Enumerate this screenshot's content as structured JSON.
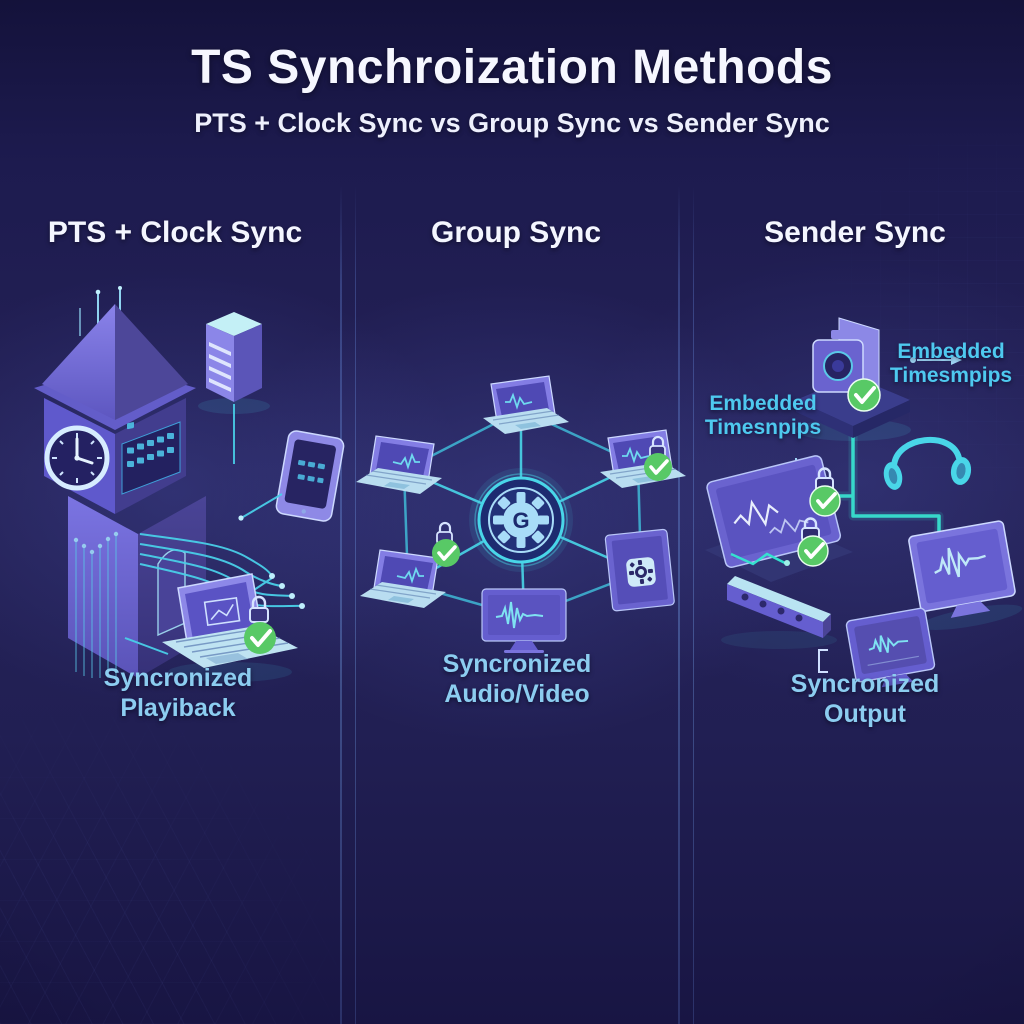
{
  "title": "TS Synchroization Methods",
  "subtitle": "PTS + Clock Sync vs Group Sync vs Sender Sync",
  "columns": {
    "pts": {
      "header": "PTS + Clock Sync",
      "caption": "Syncronized\nPlayiback",
      "icons": [
        "clock-tower",
        "server",
        "tablet",
        "laptop",
        "checkmark",
        "padlock"
      ]
    },
    "group": {
      "header": "Group Sync",
      "caption": "Syncronized\nAudio/Video",
      "hub_letter": "G",
      "icons": [
        "gear-hub",
        "laptop",
        "monitor",
        "waveform",
        "checkmark",
        "padlock"
      ]
    },
    "sender": {
      "header": "Sender Sync",
      "caption": "Syncronized\nOutput",
      "annotation_right": "Embedded\nTimesmpips",
      "annotation_left": "Embedded\nTimesnpips",
      "icons": [
        "camera-device",
        "checkmark",
        "headphones",
        "monitor",
        "waveform",
        "soundbar",
        "bracket"
      ]
    }
  },
  "colors": {
    "background_top": "#14123b",
    "background_mid": "#252257",
    "accent_cyan": "#49d6e8",
    "teal_line": "#38e0cf",
    "device_purple": "#6a63cf",
    "device_light": "#b9e4f2",
    "check_green": "#58c966",
    "caption_blue": "#8ccdf0",
    "annotation_cyan": "#4ec9ef",
    "title_white": "#f6f7ff"
  }
}
